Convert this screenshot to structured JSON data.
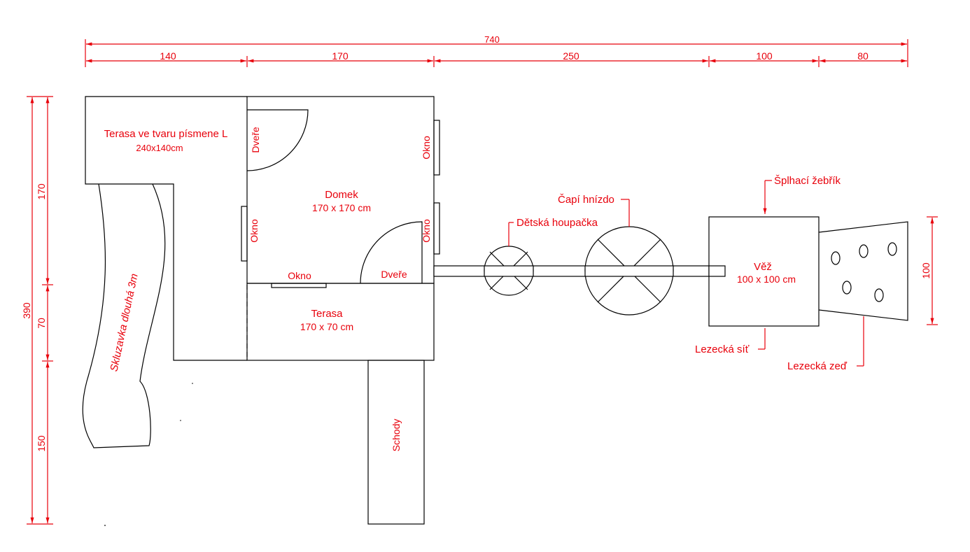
{
  "accent_color": "#e8000b",
  "line_color": "#000000",
  "dimensions": {
    "top": {
      "total": "740",
      "segments": [
        "140",
        "170",
        "250",
        "100",
        "80"
      ]
    },
    "left": {
      "total": "390",
      "segments": [
        "170",
        "70",
        "150"
      ]
    },
    "right": {
      "tower": "100"
    }
  },
  "labels": {
    "l_terrace_title": "Terasa ve tvaru písmene L",
    "l_terrace_size": "240x140cm",
    "door_top": "Dveře",
    "window_right_top": "Okno",
    "house_title": "Domek",
    "house_size": "170 x 170 cm",
    "window_left": "Okno",
    "window_right_bottom": "Okno",
    "window_bottom": "Okno",
    "door_bottom": "Dveře",
    "terrace_title": "Terasa",
    "terrace_size": "170 x 70 cm",
    "slide": "Skluzavka dlouhá 3m",
    "stairs": "Schody",
    "swing": "Dětská houpačka",
    "stork_nest": "Čapí hnízdo",
    "climbing_ladder": "Šplhací žebřík",
    "tower_title": "Věž",
    "tower_size": "100 x 100 cm",
    "climbing_net": "Lezecká síť",
    "climbing_wall": "Lezecká zeď"
  }
}
